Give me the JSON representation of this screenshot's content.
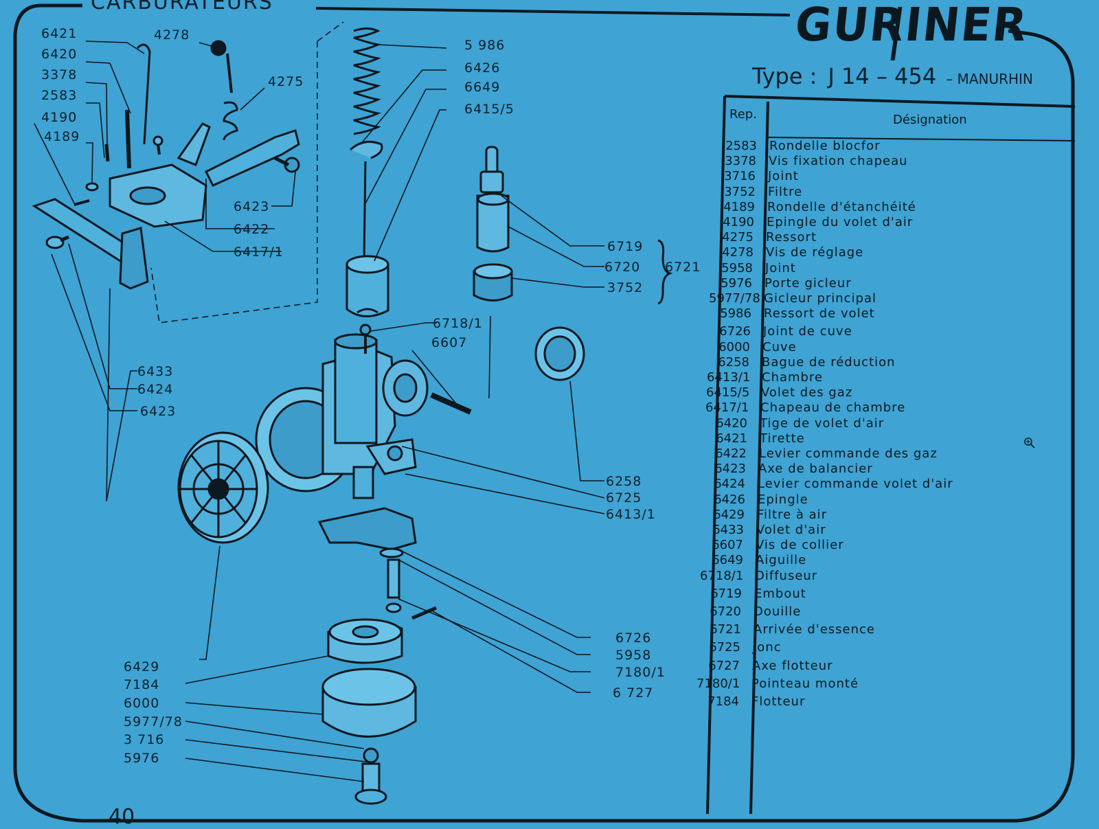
{
  "header": {
    "title": "CARBURATEURS",
    "brand": "GURINER",
    "type_prefix": "Type :",
    "type_code": "J 14 – 454",
    "type_suffix": "– MANURHIN",
    "page_number": "40"
  },
  "callouts": [
    "6421",
    "6420",
    "3378",
    "2583",
    "4190",
    "4189",
    "4278",
    "4275",
    "6423",
    "6422",
    "6417/1",
    "6433",
    "6424",
    "6423",
    "5 986",
    "6426",
    "6649",
    "6415/5",
    "6719",
    "6720",
    "3752",
    "6721",
    "6718/1",
    "6607",
    "6258",
    "6725",
    "6413/1",
    "6429",
    "7184",
    "6000",
    "5977/78",
    "3 716",
    "5976",
    "6726",
    "5958",
    "7180/1",
    "6 727"
  ],
  "table": {
    "col_rep": "Rep.",
    "col_designation": "Désignation",
    "rows": [
      {
        "rep": "2583",
        "des": "Rondelle blocfor"
      },
      {
        "rep": "3378",
        "des": "Vis fixation chapeau"
      },
      {
        "rep": "3716",
        "des": "Joint"
      },
      {
        "rep": "3752",
        "des": "Filtre"
      },
      {
        "rep": "4189",
        "des": "Rondelle d'étanchéité"
      },
      {
        "rep": "4190",
        "des": "Epingle du volet d'air"
      },
      {
        "rep": "4275",
        "des": "Ressort"
      },
      {
        "rep": "4278",
        "des": "Vis de réglage"
      },
      {
        "rep": "5958",
        "des": "Joint"
      },
      {
        "rep": "5976",
        "des": "Porte gicleur"
      },
      {
        "rep": "5977/78",
        "des": "Gicleur principal"
      },
      {
        "rep": "5986",
        "des": "Ressort de volet"
      },
      {
        "rep": "6726",
        "des": "Joint de cuve"
      },
      {
        "rep": "6000",
        "des": "Cuve"
      },
      {
        "rep": "6258",
        "des": "Bague de réduction"
      },
      {
        "rep": "6413/1",
        "des": "Chambre"
      },
      {
        "rep": "6415/5",
        "des": "Volet des gaz"
      },
      {
        "rep": "6417/1",
        "des": "Chapeau de chambre"
      },
      {
        "rep": "6420",
        "des": "Tige de volet d'air"
      },
      {
        "rep": "6421",
        "des": "Tirette"
      },
      {
        "rep": "6422",
        "des": "Levier commande des gaz"
      },
      {
        "rep": "6423",
        "des": "Axe de balancier"
      },
      {
        "rep": "6424",
        "des": "Levier commande volet d'air"
      },
      {
        "rep": "6426",
        "des": "Epingle"
      },
      {
        "rep": "6429",
        "des": "Filtre à air"
      },
      {
        "rep": "6433",
        "des": "Volet d'air"
      },
      {
        "rep": "6607",
        "des": "Vis de collier"
      },
      {
        "rep": "6649",
        "des": "Aiguille"
      },
      {
        "rep": "6718/1",
        "des": "Diffuseur"
      },
      {
        "rep": "6719",
        "des": "Embout"
      },
      {
        "rep": "6720",
        "des": "Douille"
      },
      {
        "rep": "6721",
        "des": "Arrivée d'essence"
      },
      {
        "rep": "6725",
        "des": "Jonc"
      },
      {
        "rep": "6727",
        "des": "Axe flotteur"
      },
      {
        "rep": "7180/1",
        "des": "Pointeau monté"
      },
      {
        "rep": "7184",
        "des": "Flotteur"
      }
    ]
  },
  "colors": {
    "background": "#3fa3d3",
    "ink": "#0e1a22",
    "part_fill": "#5fb8e0"
  },
  "icons": {
    "magnifier": "zoom-in-icon"
  }
}
